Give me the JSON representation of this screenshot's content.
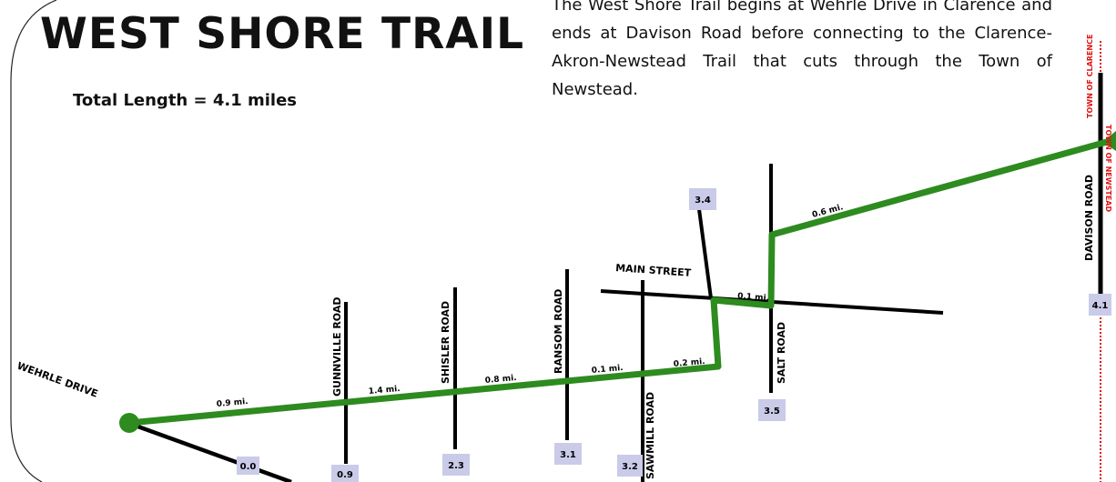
{
  "title": "WEST SHORE TRAIL",
  "total_length": "Total Length = 4.1 miles",
  "description": "The West Shore Trail begins at Wehrle Drive in Clarence and ends at Davison Road before connecting to the Clarence-Akron-Newstead Trail that cuts through the Town of Newstead.",
  "colors": {
    "trail": "#2e8b1f",
    "roads": "#000000",
    "boundary": "#e01010",
    "marker_fill": "#c9cbe8"
  },
  "roads": {
    "wehrle": "WEHRLE DRIVE",
    "gunnville": "GUNNVILLE ROAD",
    "shisler": "SHISLER ROAD",
    "ransom": "RANSOM ROAD",
    "sawmill": "SAWMILL ROAD",
    "main": "MAIN STREET",
    "salt": "SALT ROAD",
    "davison": "DAVISON ROAD"
  },
  "towns": {
    "clarence": "TOWN OF CLARENCE",
    "newstead": "TOWN OF NEWSTEAD"
  },
  "segments": {
    "s1": "0.9 mi.",
    "s2": "1.4 mi.",
    "s3": "0.8 mi.",
    "s4": "0.1 mi.",
    "s5": "0.2 mi.",
    "s6": "0.1 mi.",
    "s7": "0.6 mi."
  },
  "mileposts": {
    "m0": "0.0",
    "m1": "0.9",
    "m2": "2.3",
    "m3": "3.1",
    "m4": "3.2",
    "m5": "3.4",
    "m6": "3.5",
    "m7": "4.1"
  }
}
